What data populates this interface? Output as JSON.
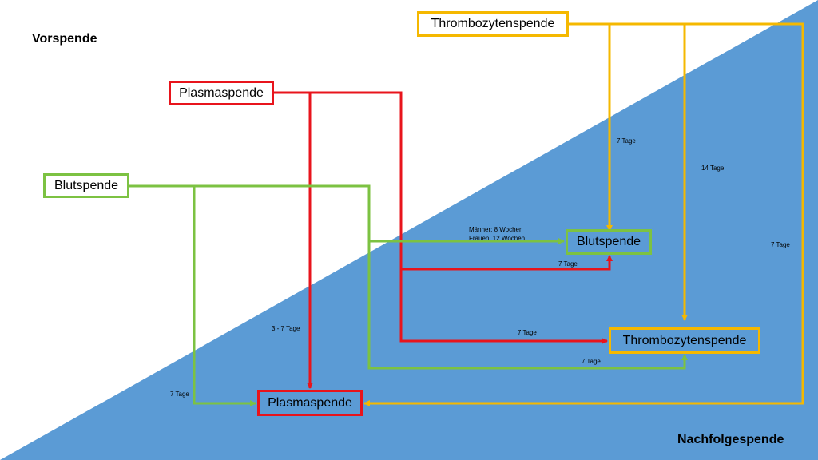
{
  "colors": {
    "background_triangle": "#5b9bd5",
    "thrombozyten": "#f5b800",
    "plasma": "#e8141c",
    "blut": "#7cc242"
  },
  "labels": {
    "top_left": "Vorspende",
    "bottom_right": "Nachfolgespende"
  },
  "sources": {
    "thrombozyten": "Thrombozytenspende",
    "plasma": "Plasmaspende",
    "blut": "Blutspende"
  },
  "targets": {
    "blut": "Blutspende",
    "thrombozyten": "Thrombozytenspende",
    "plasma": "Plasmaspende"
  },
  "intervals": {
    "thromb_to_blut": "7 Tage",
    "thromb_to_thromb": "14 Tage",
    "thromb_to_plasma": "7 Tage",
    "blut_to_blut_men": "Männer: 8 Wochen",
    "blut_to_blut_women": "Frauen: 12 Wochen",
    "plasma_to_blut": "7 Tage",
    "plasma_to_thromb": "7 Tage",
    "blut_to_thromb": "7 Tage",
    "plasma_to_plasma": "3 - 7 Tage",
    "blut_to_plasma": "7 Tage"
  }
}
